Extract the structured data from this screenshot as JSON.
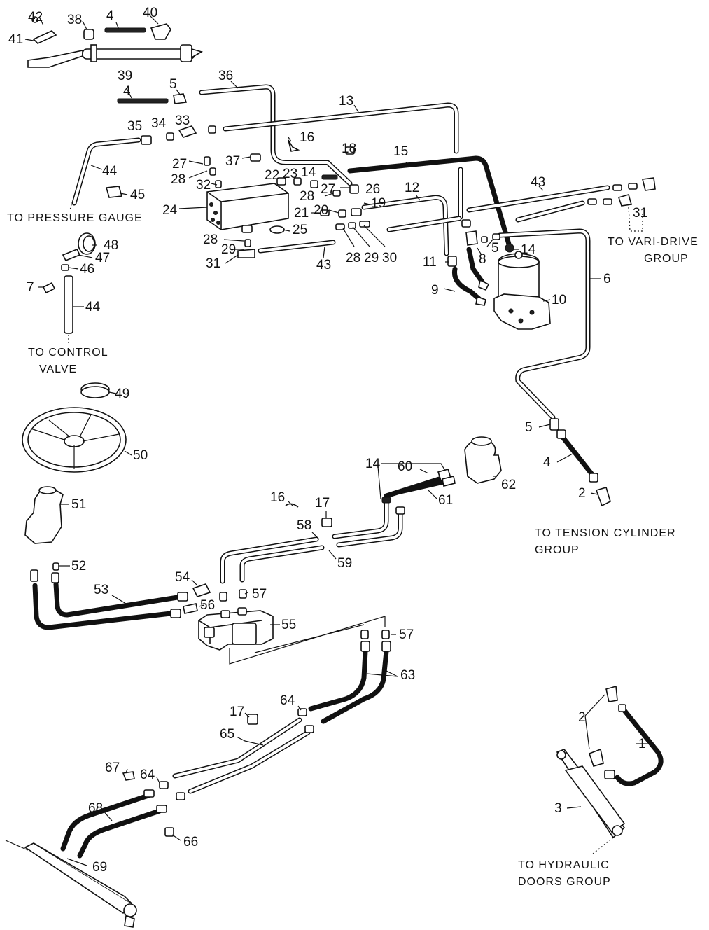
{
  "captions": {
    "pressure_gauge": "TO PRESSURE GAUGE",
    "control_valve_1": "TO CONTROL",
    "control_valve_2": "VALVE",
    "vari_drive_1": "TO VARI-DRIVE",
    "vari_drive_2": "GROUP",
    "tension_1": "TO TENSION CYLINDER",
    "tension_2": "GROUP",
    "hyd_doors_1": "TO HYDRAULIC",
    "hyd_doors_2": "DOORS GROUP"
  },
  "callouts": {
    "c42": "42",
    "c38": "38",
    "c4a": "4",
    "c40": "40",
    "c41": "41",
    "c39": "39",
    "c4b": "4",
    "c5a": "5",
    "c36": "36",
    "c13": "13",
    "c35": "35",
    "c34": "34",
    "c33": "33",
    "c16a": "16",
    "c18": "18",
    "c15": "15",
    "c27a": "27",
    "c37": "37",
    "c28a": "28",
    "c32": "32",
    "c22": "22",
    "c23": "23",
    "c14a": "14",
    "c44a": "44",
    "c45": "45",
    "c24": "24",
    "c28b": "28",
    "c27b": "27",
    "c26": "26",
    "c21": "21",
    "c20": "20",
    "c19": "19",
    "c12": "12",
    "c43a": "43",
    "c31a": "31",
    "c25": "25",
    "c28c": "28",
    "c29a": "29",
    "c31b": "31",
    "c43b": "43",
    "c28d": "28",
    "c29b": "29",
    "c30": "30",
    "c48": "48",
    "c47": "47",
    "c46": "46",
    "c7": "7",
    "c44b": "44",
    "c11": "11",
    "c5b": "5",
    "c14b": "14",
    "c8": "8",
    "c6": "6",
    "c9": "9",
    "c10": "10",
    "c49": "49",
    "c50": "50",
    "c51": "51",
    "c5c": "5",
    "c4c": "4",
    "c2a": "2",
    "c14c": "14",
    "c60": "60",
    "c62": "62",
    "c61": "61",
    "c16b": "16",
    "c17a": "17",
    "c58": "58",
    "c59": "59",
    "c52": "52",
    "c53": "53",
    "c54": "54",
    "c56": "56",
    "c57a": "57",
    "c55": "55",
    "c57b": "57",
    "c63": "63",
    "c17b": "17",
    "c64a": "64",
    "c65": "65",
    "c67": "67",
    "c64b": "64",
    "c68": "68",
    "c66": "66",
    "c69": "69",
    "c2b": "2",
    "c1": "1",
    "c3": "3"
  }
}
